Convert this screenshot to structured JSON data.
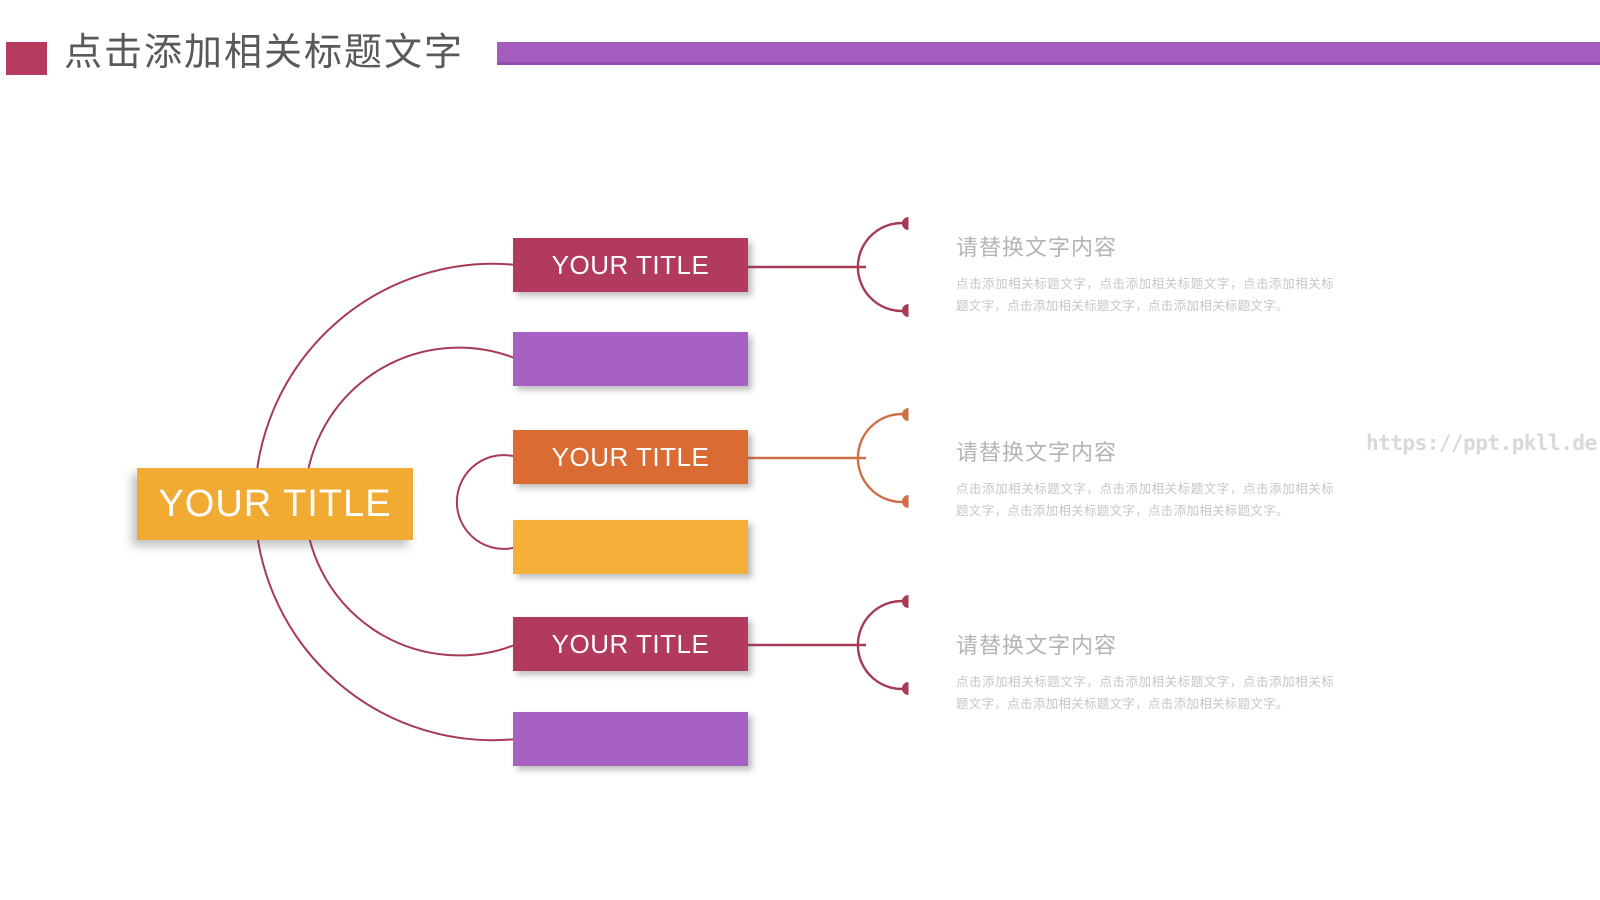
{
  "header": {
    "title": "点击添加相关标题文字",
    "title_color": "#595959",
    "accent_square_color": "#b53c60",
    "bar_color": "#a55cbf"
  },
  "diagram": {
    "root": {
      "label": "YOUR TITLE",
      "color": "#f1aa32"
    },
    "nodes": [
      {
        "label": "YOUR TITLE",
        "color": "#b23a5e"
      },
      {
        "label": "",
        "color": "#a761c2"
      },
      {
        "label": "YOUR TITLE",
        "color": "#d96b33"
      },
      {
        "label": "",
        "color": "#f4af38"
      },
      {
        "label": "YOUR TITLE",
        "color": "#b23a5e"
      },
      {
        "label": "",
        "color": "#a761c2"
      }
    ],
    "arc_color": "#a63a57",
    "connector_colors": [
      "#a63a57",
      "#ce6f47",
      "#a63a57"
    ]
  },
  "callouts": [
    {
      "heading": "请替换文字内容",
      "body": "点击添加相关标题文字，点击添加相关标题文字，点击添加相关标题文字，点击添加相关标题文字，点击添加相关标题文字。"
    },
    {
      "heading": "请替换文字内容",
      "body": "点击添加相关标题文字，点击添加相关标题文字，点击添加相关标题文字，点击添加相关标题文字，点击添加相关标题文字。"
    },
    {
      "heading": "请替换文字内容",
      "body": "点击添加相关标题文字，点击添加相关标题文字，点击添加相关标题文字，点击添加相关标题文字，点击添加相关标题文字。"
    }
  ],
  "watermark": "https://ppt.pkll.de"
}
